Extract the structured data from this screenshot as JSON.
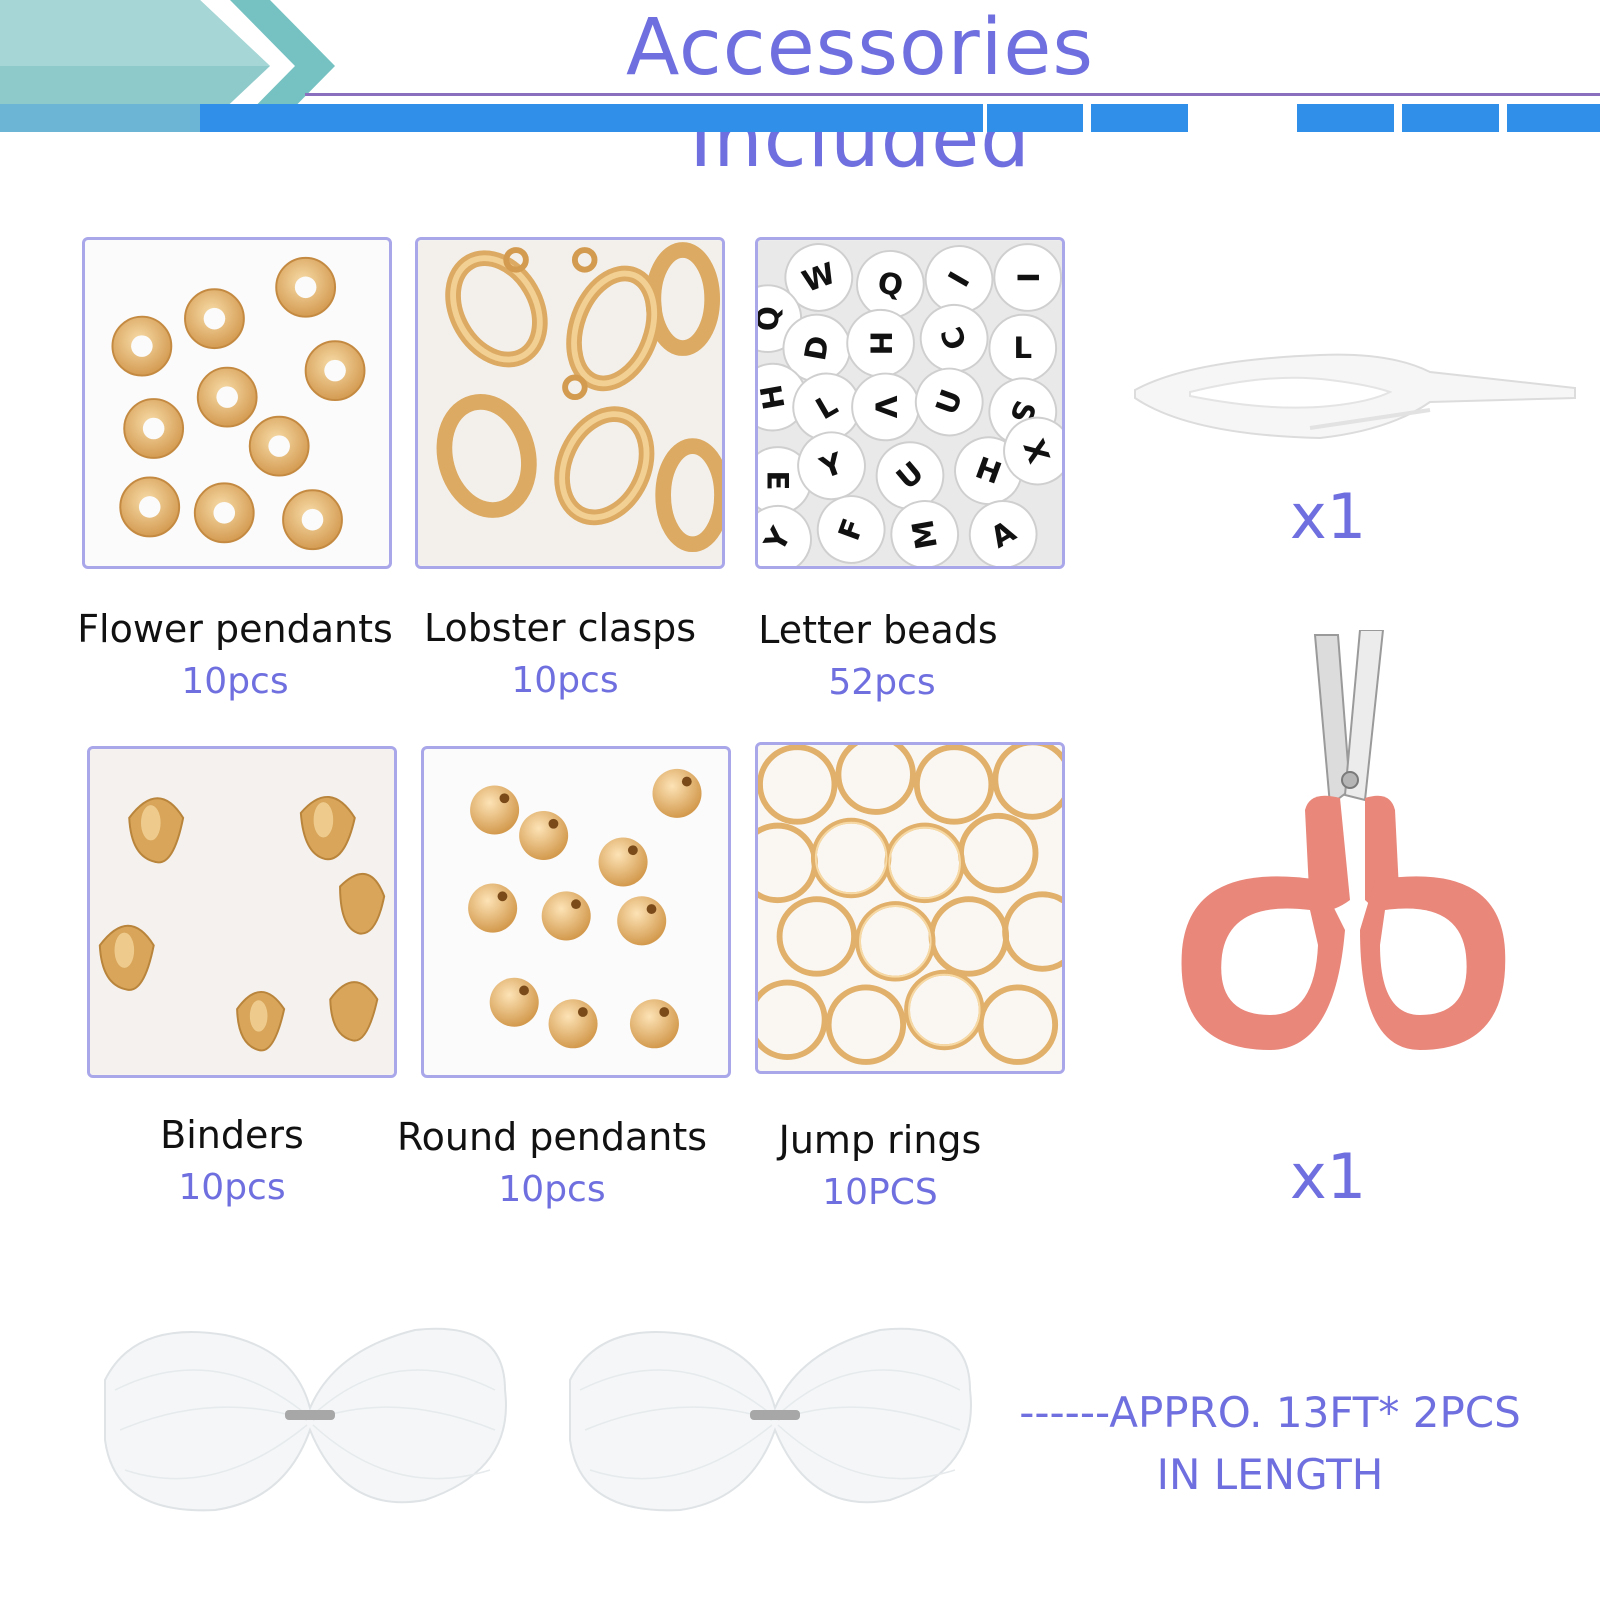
{
  "title": "Accessories Included",
  "colors": {
    "accent": "#6f6fe0",
    "tile_border": "#a9a6ea",
    "bar": "#2f8fe9",
    "teal": "#5fb8b8",
    "gold": "#e3b56a"
  },
  "items": [
    {
      "name": "Flower pendants",
      "count": "10pcs"
    },
    {
      "name": "Lobster clasps",
      "count": "10pcs"
    },
    {
      "name": "Letter beads",
      "count": "52pcs"
    },
    {
      "name": "Binders",
      "count": "10pcs"
    },
    {
      "name": "Round pendants",
      "count": "10pcs"
    },
    {
      "name": "Jump rings",
      "count": "10PCS"
    }
  ],
  "tools": [
    {
      "icon": "tweezers-icon",
      "qty": "x1"
    },
    {
      "icon": "scissors-icon",
      "qty": "x1"
    }
  ],
  "cord": {
    "line1": "------APPRO. 13FT* 2PCS",
    "line2": "IN LENGTH"
  },
  "bead_letters": [
    "W",
    "Q",
    "I",
    "I",
    "Q",
    "D",
    "H",
    "C",
    "L",
    "H",
    "L",
    "V",
    "U",
    "S",
    "E",
    "Y",
    "U",
    "H",
    "X",
    "Y",
    "F",
    "M",
    "A"
  ]
}
